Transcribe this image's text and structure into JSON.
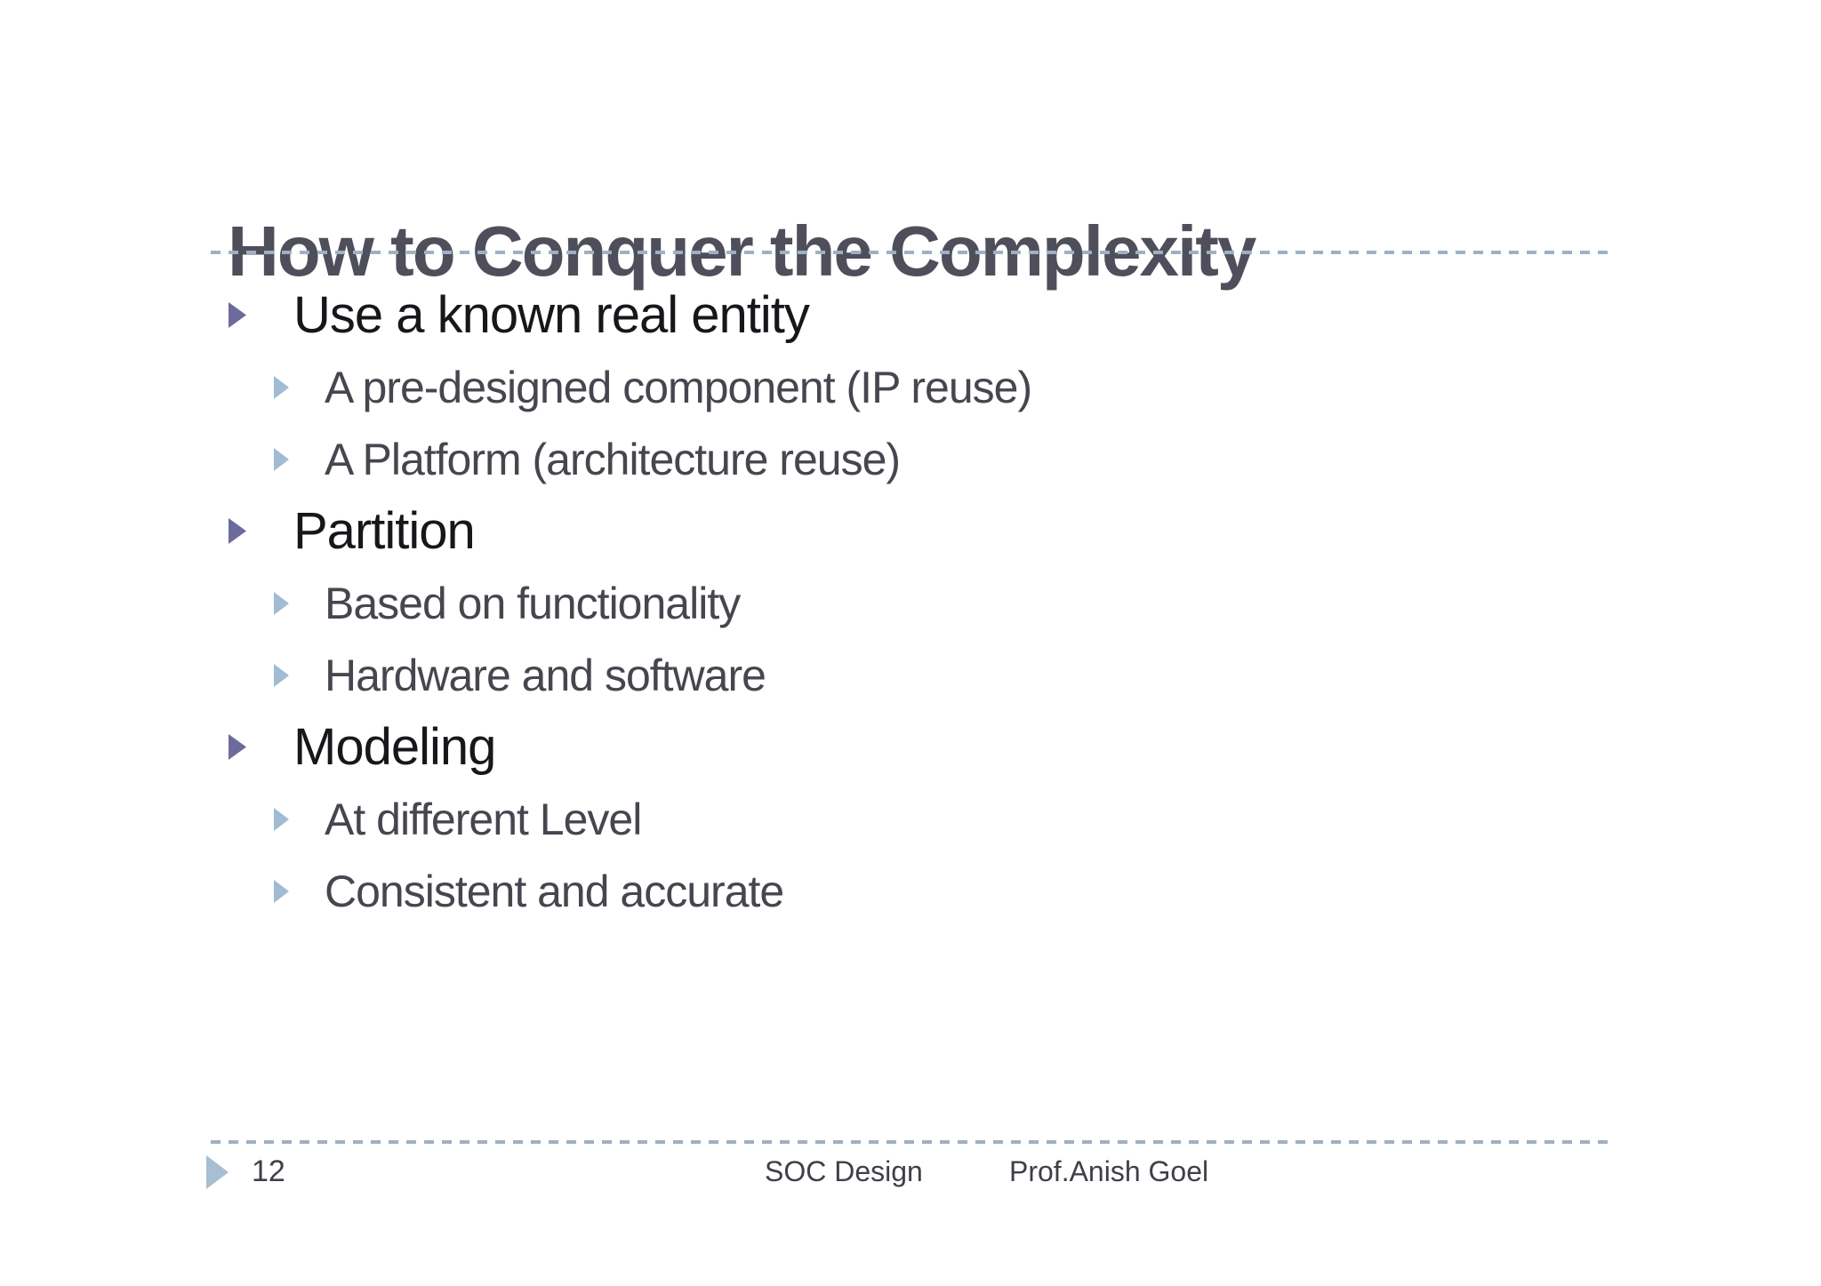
{
  "slide": {
    "title": "How to Conquer the Complexity",
    "colors": {
      "background": "#ffffff",
      "title": "#4f4f5c",
      "dashed_line": "#9fb0c2",
      "level1_arrow": "#6c6c9c",
      "level2_arrow": "#a2bbd4",
      "footer_arrow": "#a8bed2",
      "level1_text": "#17171b",
      "level2_text": "#46464f",
      "footer_text": "#3f3f48"
    },
    "content": {
      "items": [
        {
          "level": 1,
          "text": "Use a known real entity"
        },
        {
          "level": 2,
          "text": "A pre-designed component (IP reuse)"
        },
        {
          "level": 2,
          "text": "A Platform (architecture reuse)"
        },
        {
          "level": 1,
          "text": "Partition"
        },
        {
          "level": 2,
          "text": "Based on functionality"
        },
        {
          "level": 2,
          "text": "Hardware and software"
        },
        {
          "level": 1,
          "text": "Modeling"
        },
        {
          "level": 2,
          "text": "At different Level"
        },
        {
          "level": 2,
          "text": "Consistent and accurate"
        }
      ]
    },
    "footer": {
      "page_number": "12",
      "course": "SOC Design",
      "author": "Prof.Anish Goel"
    }
  }
}
